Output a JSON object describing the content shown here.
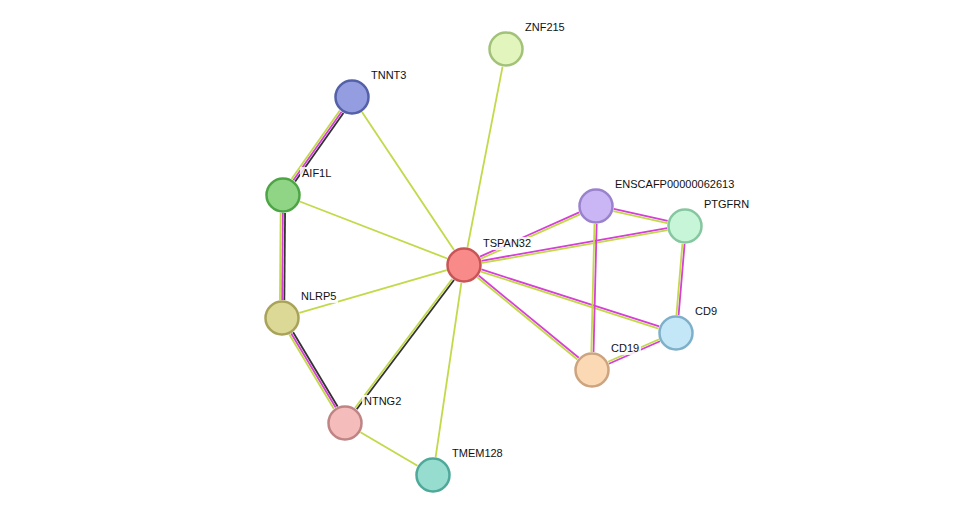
{
  "diagram": {
    "nodes": [
      {
        "text": [
          "ZNF215"
        ]
      },
      {
        "text": [
          "TNNT3"
        ]
      },
      {
        "text": [
          "AIF1L"
        ]
      },
      {
        "text": [
          "ENSCAFP00000062613"
        ]
      },
      {
        "text": [
          "PTGFRN"
        ]
      },
      {
        "text": [
          "TSPAN32"
        ]
      },
      {
        "text": [
          "NLRP5"
        ]
      },
      {
        "text": [
          "CD9"
        ]
      },
      {
        "text": [
          "CD19"
        ]
      },
      {
        "text": [
          "NTNG2"
        ]
      },
      {
        "text": [
          "TMEM128"
        ]
      }
    ],
    "edges": [
      {
        "from": 5,
        "to": 0,
        "arrow": "none"
      },
      {
        "from": 5,
        "to": 1,
        "arrow": "none"
      },
      {
        "from": 5,
        "to": 2,
        "arrow": "none"
      },
      {
        "from": 5,
        "to": 6,
        "arrow": "none"
      },
      {
        "from": 5,
        "to": 9,
        "arrow": "none"
      },
      {
        "from": 5,
        "to": 10,
        "arrow": "none"
      },
      {
        "from": 5,
        "to": 3,
        "arrow": "none"
      },
      {
        "from": 5,
        "to": 4,
        "arrow": "none"
      },
      {
        "from": 5,
        "to": 7,
        "arrow": "none"
      },
      {
        "from": 5,
        "to": 8,
        "arrow": "none"
      },
      {
        "from": 1,
        "to": 2,
        "arrow": "none"
      },
      {
        "from": 2,
        "to": 6,
        "arrow": "none"
      },
      {
        "from": 6,
        "to": 9,
        "arrow": "none"
      },
      {
        "from": 9,
        "to": 10,
        "arrow": "none"
      },
      {
        "from": 3,
        "to": 4,
        "arrow": "none"
      },
      {
        "from": 3,
        "to": 8,
        "arrow": "none"
      },
      {
        "from": 4,
        "to": 7,
        "arrow": "none"
      },
      {
        "from": 7,
        "to": 8,
        "arrow": "none"
      }
    ]
  }
}
